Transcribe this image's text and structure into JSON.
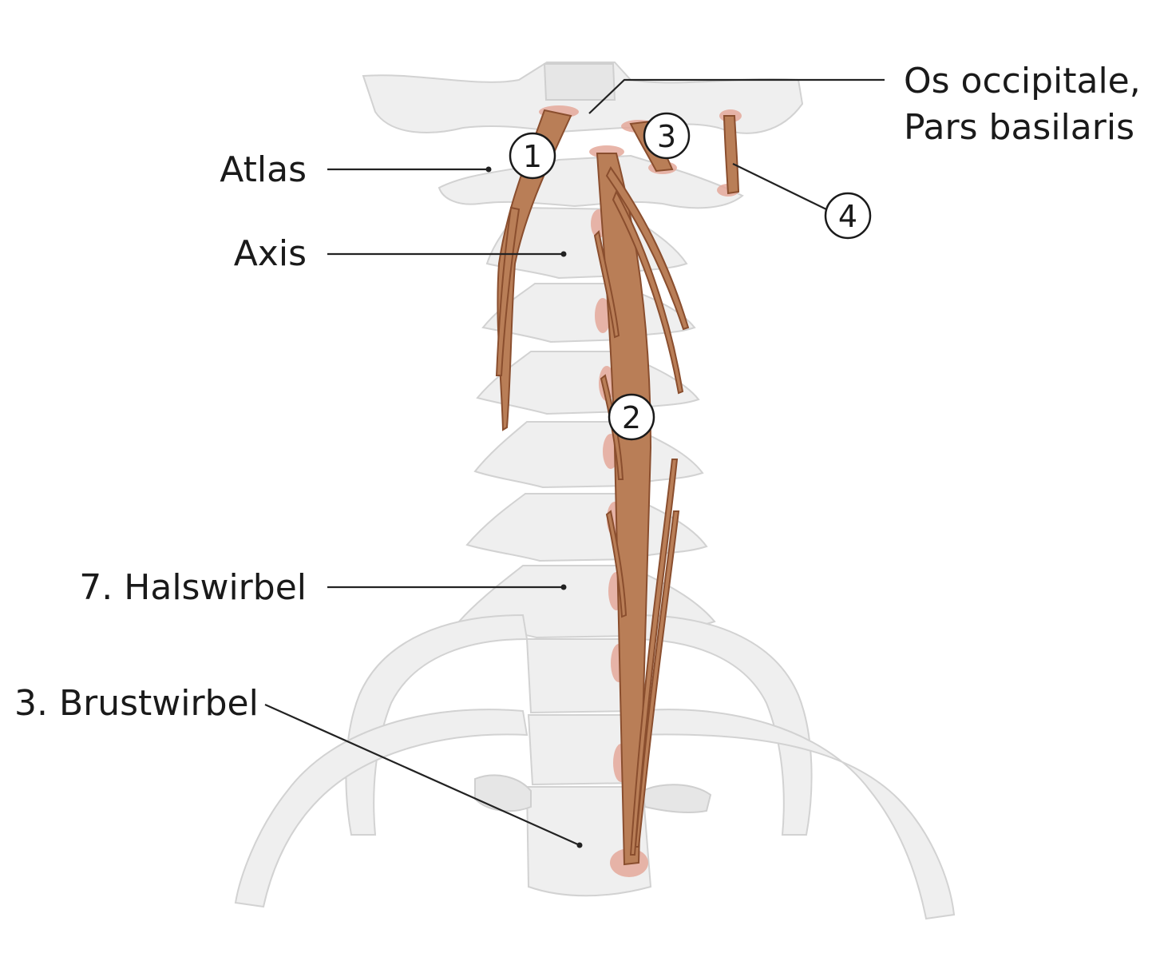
{
  "labels": {
    "os_occipitale_line1": "Os occipitale,",
    "os_occipitale_line2": "Pars basilaris",
    "atlas": "Atlas",
    "axis": "Axis",
    "halswirbel": "7. Halswirbel",
    "brustwirbel": "3. Brustwirbel"
  },
  "markers": [
    "1",
    "2",
    "3",
    "4"
  ],
  "colors": {
    "muscle": "#b97e57",
    "bone": "#efefef",
    "attachment": "#e4a89a"
  }
}
